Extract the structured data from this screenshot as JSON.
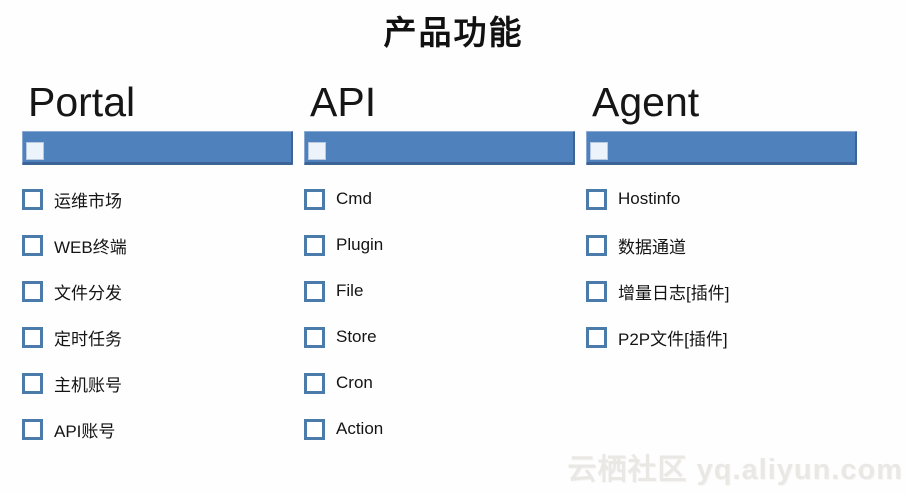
{
  "title": "产品功能",
  "watermark": "云栖社区 yq.aliyun.com",
  "colors": {
    "bar_fill": "#4F81BD",
    "bar_border": "#3C6496",
    "bar_checkbox_fill": "#EDF3FB",
    "checkbox_border": "#4A7BAB"
  },
  "columns": [
    {
      "header": "Portal",
      "items": [
        "运维市场",
        "WEB终端",
        "文件分发",
        "定时任务",
        "主机账号",
        "API账号"
      ]
    },
    {
      "header": "API",
      "items": [
        "Cmd",
        "Plugin",
        "File",
        "Store",
        "Cron",
        "Action"
      ]
    },
    {
      "header": "Agent",
      "items": [
        "Hostinfo",
        "数据通道",
        "增量日志[插件]",
        "P2P文件[插件]"
      ]
    }
  ]
}
